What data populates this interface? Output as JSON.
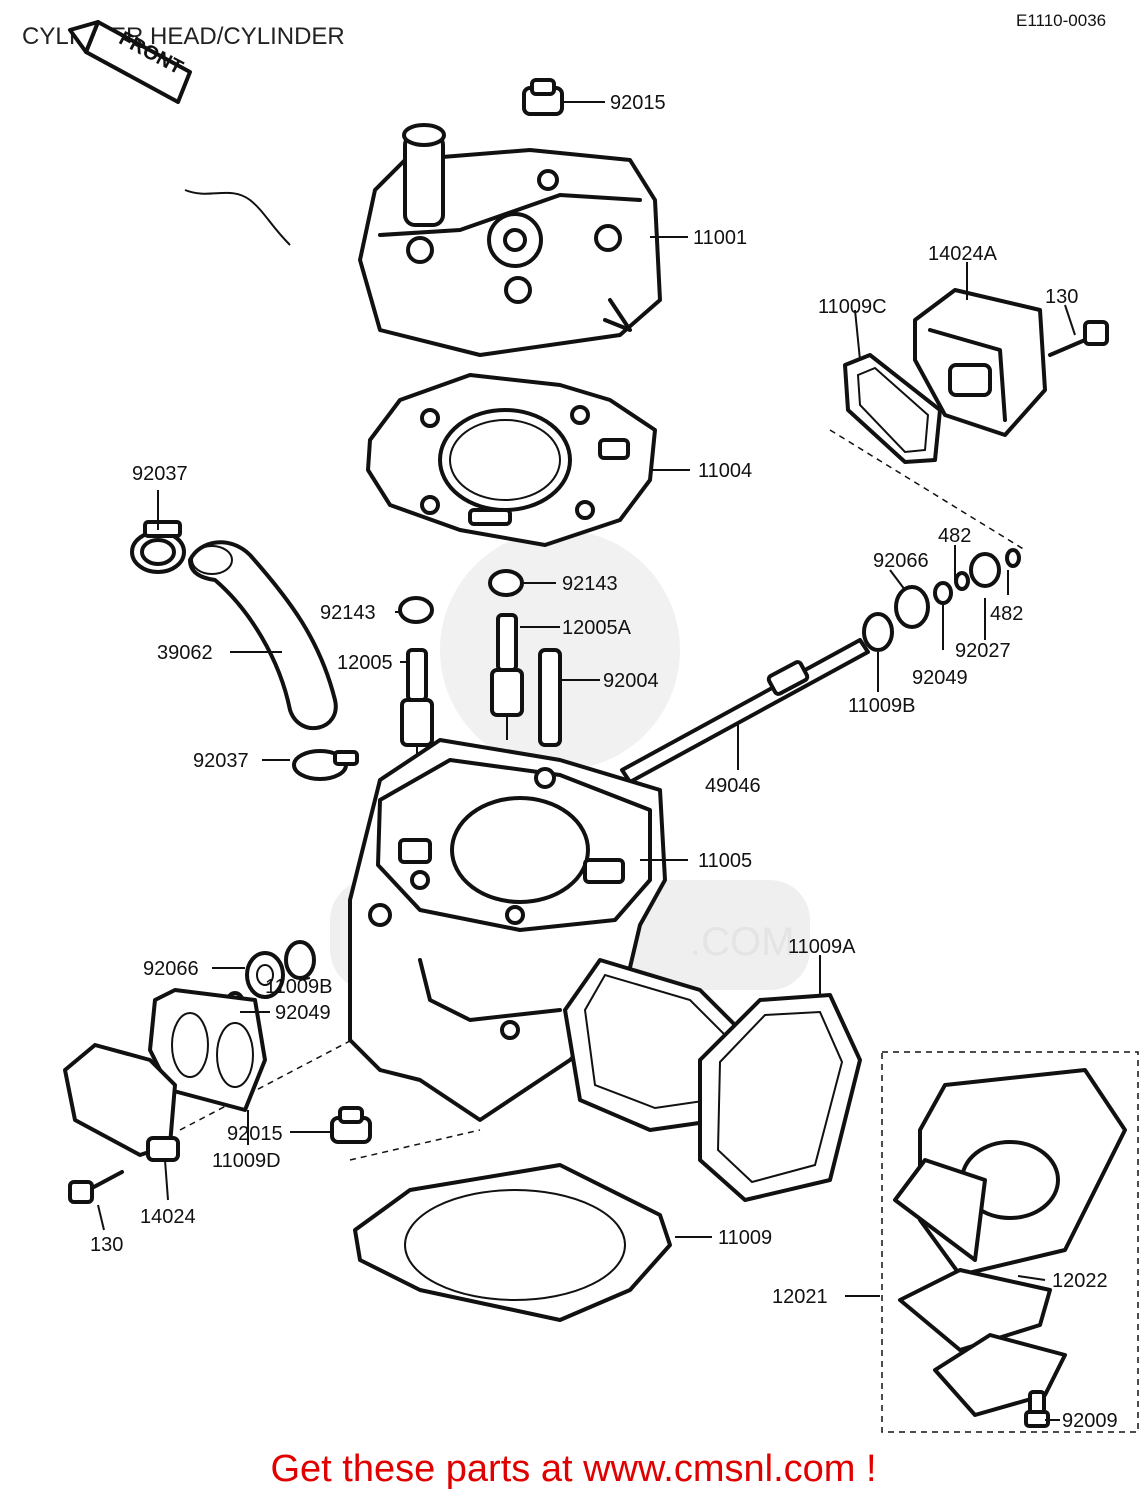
{
  "title": "CYLINDER HEAD/CYLINDER",
  "diagram_code": "E1110-0036",
  "front_label": "FRONT",
  "watermark_text": ".COM",
  "footer": "Get these parts at www.cmsnl.com !",
  "colors": {
    "footer": "#e00000",
    "line": "#111111",
    "watermark": "#e4e4e4"
  },
  "parts": {
    "p92015_top": "92015",
    "p11001": "11001",
    "p14024A": "14024A",
    "p130_right": "130",
    "p11009C": "11009C",
    "p11004": "11004",
    "p92037_top": "92037",
    "p92066_right": "92066",
    "p482_a": "482",
    "p482_b": "482",
    "p92143_a": "92143",
    "p92143_b": "92143",
    "p12005A": "12005A",
    "p39062": "39062",
    "p12005": "12005",
    "p92004": "92004",
    "p92027": "92027",
    "p92049_right": "92049",
    "p11009B_right": "11009B",
    "p92037_bottom": "92037",
    "p49046": "49046",
    "p11005": "11005",
    "p11009A": "11009A",
    "p92066_left": "92066",
    "p11009B_left": "11009B",
    "p92049_left": "92049",
    "p92015_bottom": "92015",
    "p11009D": "11009D",
    "p14024": "14024",
    "p130_left": "130",
    "p11009": "11009",
    "p12021": "12021",
    "p12022": "12022",
    "p92009": "92009"
  }
}
